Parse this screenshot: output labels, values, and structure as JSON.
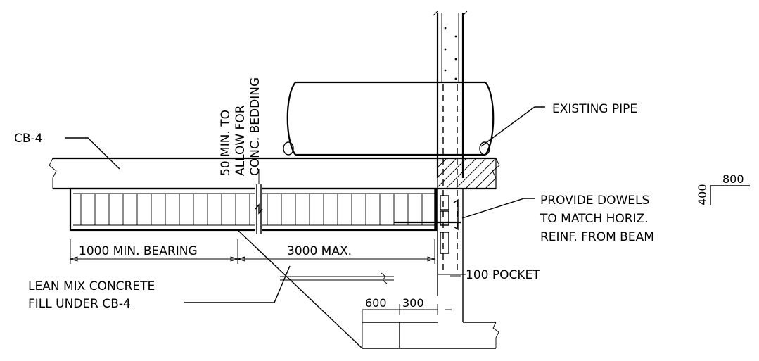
{
  "labels": {
    "cb4": "CB-4",
    "existing_pipe": "EXISTING PIPE",
    "bedding_note": [
      "50 MIN. TO",
      "ALLOW FOR",
      "CONC. BEDDING"
    ],
    "dowels_note": [
      "PROVIDE DOWELS",
      "TO MATCH HORIZ.",
      "REINF. FROM BEAM"
    ],
    "min_bearing": "1000 MIN. BEARING",
    "max_span": "3000 MAX.",
    "lean_mix": [
      "LEAN MIX CONCRETE",
      "FILL UNDER CB-4"
    ],
    "pocket": "100 POCKET",
    "dim_600": "600",
    "dim_300": "300",
    "rebar_400": "400",
    "rebar_800": "800"
  }
}
